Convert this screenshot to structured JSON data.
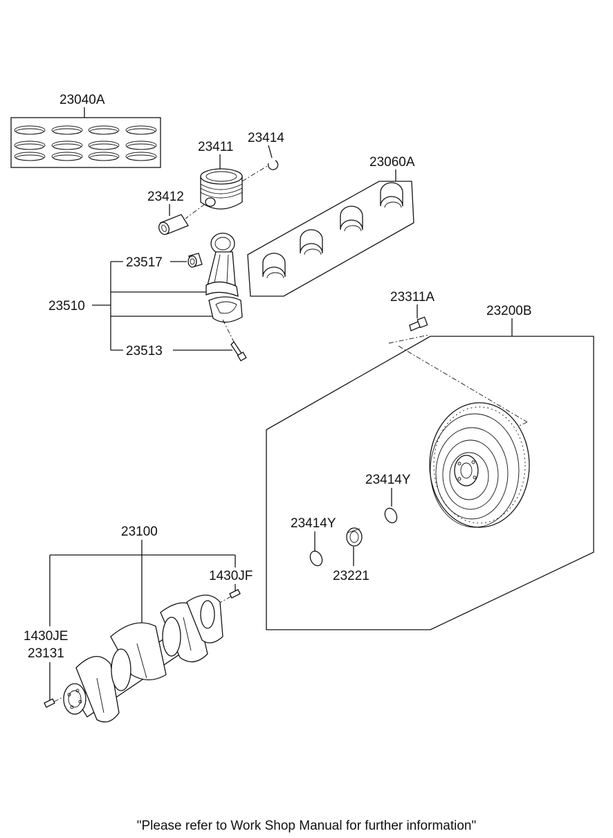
{
  "parts": {
    "piston_ring_set": "23040A",
    "piston": "23411",
    "snap_ring": "23414",
    "piston_pin": "23412",
    "bearing_set": "23060A",
    "bush": "23517",
    "connecting_rod_assy": "23510",
    "rod_bolt": "23513",
    "flywheel_bolt": "23311A",
    "drive_plate_assy": "23200B",
    "ring_upper": "23414Y",
    "ring_lower": "23414Y",
    "bearing": "23221",
    "crankshaft": "23100",
    "pin_rear": "1430JF",
    "pin_front": "1430JE",
    "key": "23131"
  },
  "footer": {
    "note": "\"Please refer to Work Shop Manual for further information\""
  }
}
